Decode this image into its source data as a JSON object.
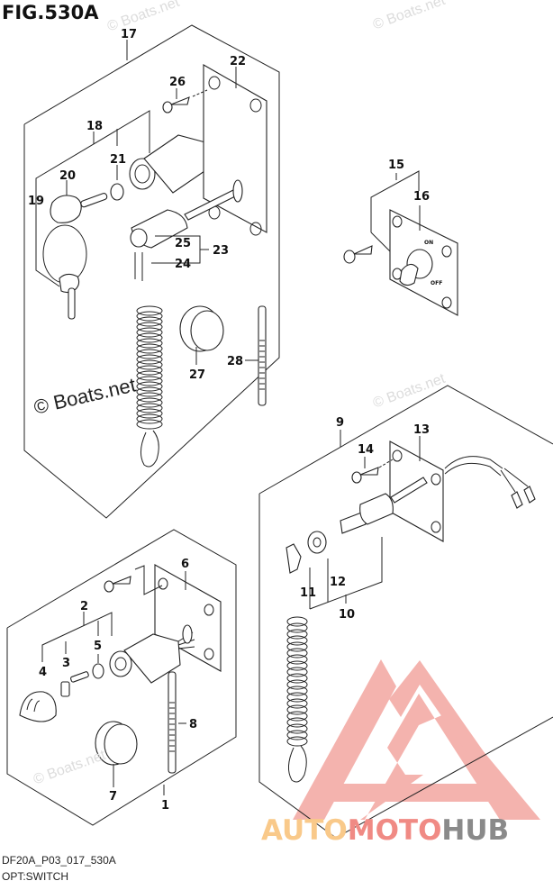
{
  "figure": {
    "title": "FIG.530A",
    "code": "DF20A_P03_017_530A",
    "name": "OPT:SWITCH"
  },
  "watermarks": {
    "copyright": "© Boats.net",
    "brand_parts": [
      "AUTO",
      "MOTO",
      "HUB"
    ],
    "brand_colors": [
      "#f9c98a",
      "#f08a84",
      "#8a8a8a"
    ],
    "logo_color": "#f2a19b"
  },
  "switch_markings": {
    "on": "ON",
    "off": "OFF"
  },
  "callouts": {
    "p1": "1",
    "p2": "2",
    "p3": "3",
    "p4": "4",
    "p5": "5",
    "p6": "6",
    "p7": "7",
    "p8": "8",
    "p9": "9",
    "p10": "10",
    "p11": "11",
    "p12": "12",
    "p13": "13",
    "p14": "14",
    "p15": "15",
    "p16": "16",
    "p17": "17",
    "p18": "18",
    "p19": "19",
    "p20": "20",
    "p21": "21",
    "p22": "22",
    "p23": "23",
    "p24": "24",
    "p25": "25",
    "p26": "26",
    "p27": "27",
    "p28": "28"
  }
}
